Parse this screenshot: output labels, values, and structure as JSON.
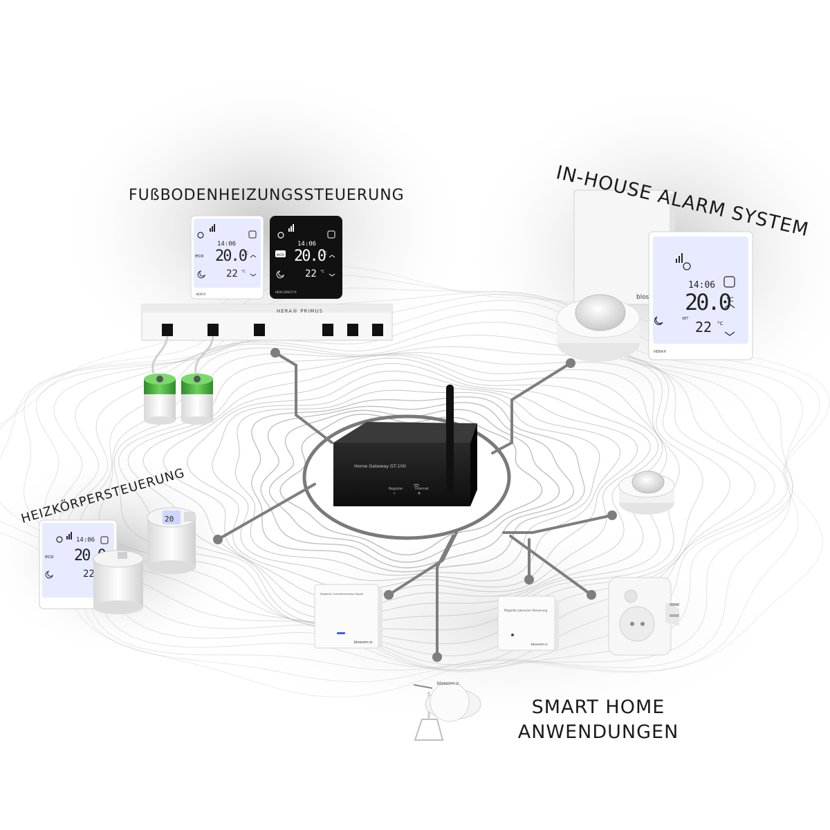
{
  "headings": {
    "floor_heating": "FUßBODENHEIZUNGSSTEUERUNG",
    "alarm_system": "IN-HOUSE ALARM SYSTEM",
    "radiator": "HEIZKÖRPERSTEUERUNG",
    "smart_home_line1": "SMART HOME",
    "smart_home_line2": "ANWENDUNGEN"
  },
  "gateway": {
    "name": "Home Gateway GT-100",
    "register_label": "Register",
    "internet_label": "Internet"
  },
  "hub": {
    "label": "HERA® PRIMUS"
  },
  "thermostat": {
    "time": "14:06",
    "temp": "20.0",
    "temp_unit": "°C",
    "set_label": "SET",
    "set_temp": "22",
    "set_unit": "°C",
    "eco_label": "eco",
    "model_white": "HERA®",
    "model_black": "HERA DIRECT®"
  },
  "products": {
    "blossom_brand": "blossom-ic",
    "switch_label": "Magellan Schaltsteckdose Regler",
    "shutter_label": "Magellan Jalousien Steuerung"
  },
  "colors": {
    "accent_green": "#4cae3f",
    "lcd_blue": "#e8ebff",
    "device_black": "#111111",
    "connector_grey": "#808080",
    "contour_grey": "#b4b4b4"
  },
  "icons": [
    "antenna-icon",
    "power-icon",
    "sun-icon",
    "moon-icon",
    "wifi-icon",
    "arrow-up-icon",
    "arrow-down-icon"
  ]
}
